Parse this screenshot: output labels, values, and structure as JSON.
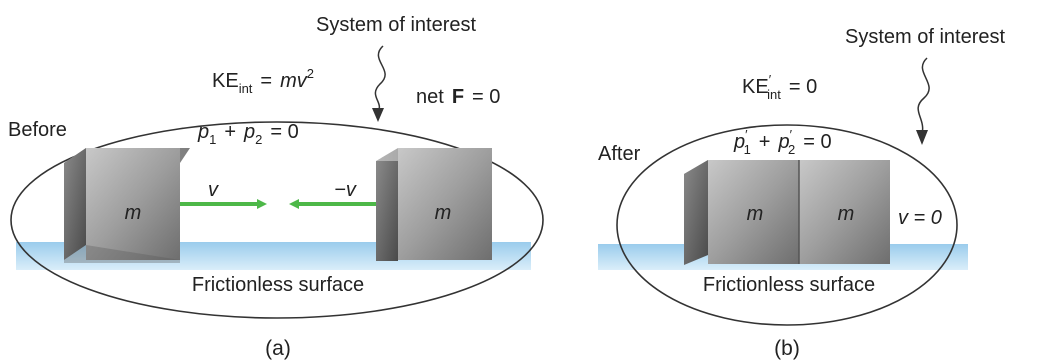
{
  "panel_a": {
    "system_label": "System of interest",
    "state_label": "Before",
    "ke": {
      "name": "KE",
      "sub": "int",
      "eq": "=",
      "mv": "mv",
      "exp": "2"
    },
    "net_force": {
      "pre": "net",
      "F": "F",
      "eq": "= 0"
    },
    "momentum": {
      "p1": "p",
      "s1": "1",
      "plus": "+",
      "p2": "p",
      "s2": "2",
      "eq": "= 0"
    },
    "block_left_mass": "m",
    "block_right_mass": "m",
    "velocity_left": "v",
    "velocity_right": "−v",
    "surface_label": "Frictionless surface",
    "caption": "(a)"
  },
  "panel_b": {
    "system_label": "System of interest",
    "state_label": "After",
    "ke": {
      "name": "KE",
      "prime": "′",
      "sub": "int",
      "eq": "= 0"
    },
    "momentum": {
      "p1": "p",
      "pr1": "′",
      "s1": "1",
      "plus": "+",
      "p2": "p",
      "pr2": "′",
      "s2": "2",
      "eq": "= 0"
    },
    "block_left_mass": "m",
    "block_right_mass": "m",
    "velocity": "v = 0",
    "surface_label": "Frictionless surface",
    "caption": "(b)"
  },
  "colors": {
    "arrow": "#4db848",
    "surface": "#a9d4ee",
    "block_front": "#8c8c8c",
    "block_side": "#5f5f5f"
  }
}
